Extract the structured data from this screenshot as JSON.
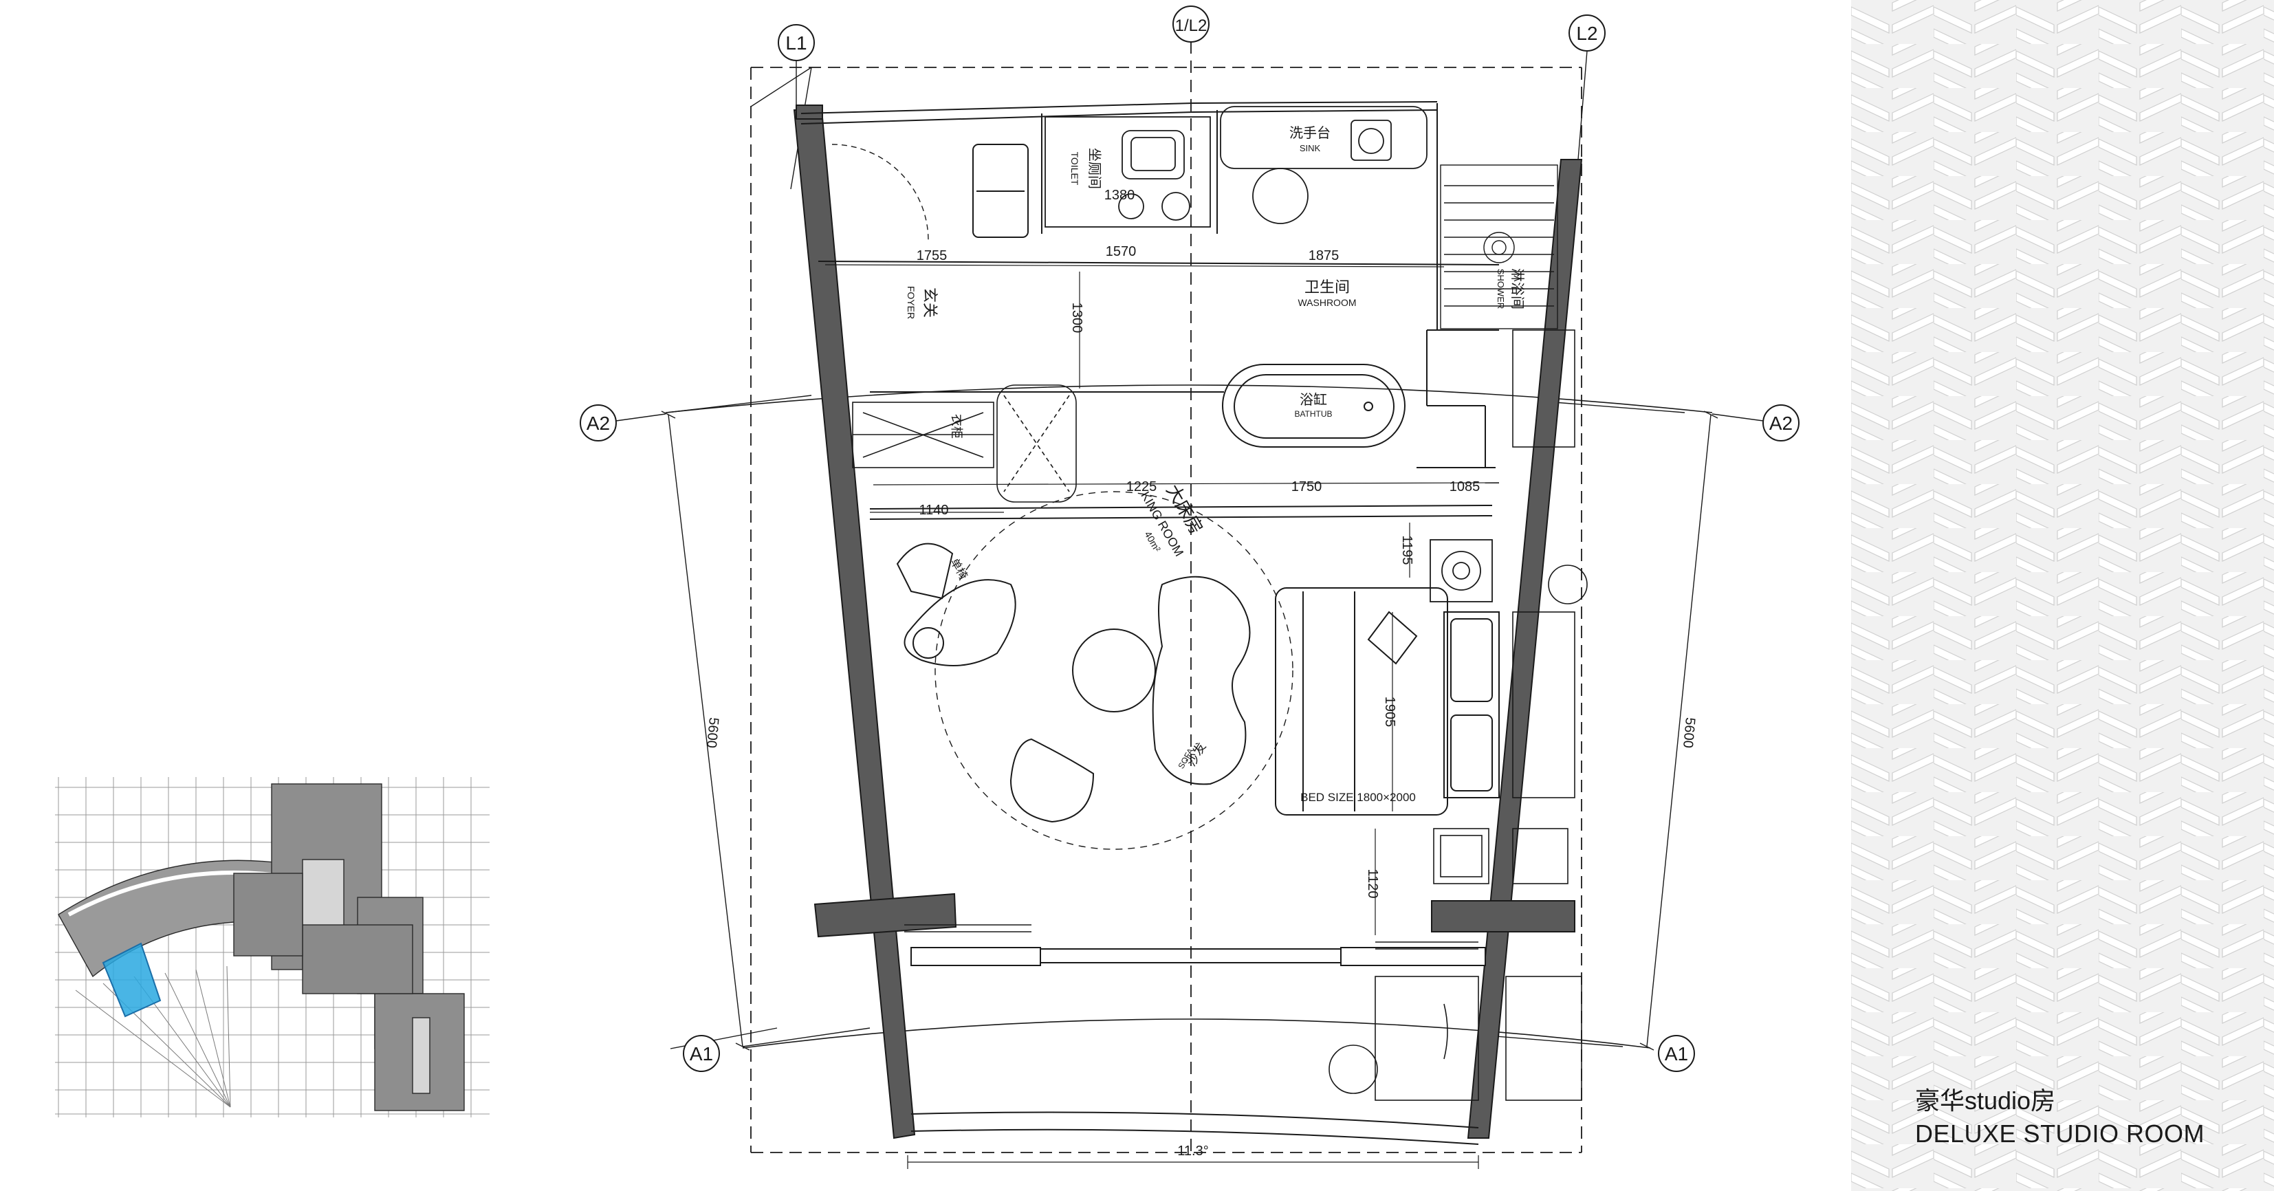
{
  "axes": {
    "l1": "L1",
    "l12": "1/L2",
    "l2": "L2",
    "a2_left": "A2",
    "a2_right": "A2",
    "a1_left": "A1",
    "a1_right": "A1"
  },
  "rooms": {
    "toilet_cn": "坐厕间",
    "toilet_en": "TOILET",
    "sink_cn": "洗手台",
    "sink_en": "SINK",
    "foyer_cn": "玄关",
    "foyer_en": "FOYER",
    "washroom_cn": "卫生间",
    "washroom_en": "WASHROOM",
    "shower_cn": "淋浴间",
    "shower_en": "SHOWER",
    "bathtub_cn": "浴缸",
    "bathtub_en": "BATHTUB",
    "wardrobe_cn": "衣柜",
    "king_room_cn": "大床房",
    "king_room_en": "KING ROOM",
    "king_room_area": "40m²",
    "chair_cn": "单椅",
    "sofa_cn": "沙发",
    "sofa_en": "SOFA",
    "bed_size": "BED SIZE 1800×2000"
  },
  "dimensions": {
    "d1755": "1755",
    "d1570": "1570",
    "d1875": "1875",
    "d1380": "1380",
    "d1300": "1300",
    "d1225": "1225",
    "d1750": "1750",
    "d1085": "1085",
    "d1140": "1140",
    "d1195": "1195",
    "d1905": "1905",
    "d1120": "1120",
    "d5600_left": "5600",
    "d5600_right": "5600",
    "angle": "11.3°"
  },
  "caption": {
    "title_cn": "豪华studio房",
    "title_en": "DELUXE STUDIO ROOM"
  },
  "colors": {
    "line": "#1a1a1a",
    "wall_fill": "#5a5a5a",
    "highlight": "#29a8e0"
  }
}
